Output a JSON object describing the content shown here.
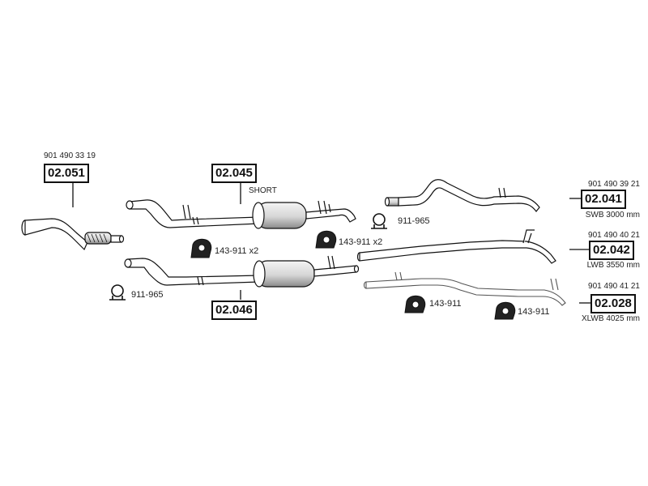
{
  "assemblies": [
    {
      "code": "02.051",
      "part_number": "901 490 33 19"
    },
    {
      "code": "02.045",
      "note": "SHORT"
    },
    {
      "code": "02.046"
    },
    {
      "code": "02.041",
      "part_number": "901 490 39 21",
      "variant": "SWB 3000 mm"
    },
    {
      "code": "02.042",
      "part_number": "901 490 40 21",
      "variant": "LWB 3550 mm"
    },
    {
      "code": "02.028",
      "part_number": "901 490 41 21",
      "variant": "XLWB 4025 mm"
    }
  ],
  "hardware": [
    {
      "label": "143-911 x2"
    },
    {
      "label": "143-911 x2"
    },
    {
      "label": "911-965"
    },
    {
      "label": "911-965"
    },
    {
      "label": "143-911"
    },
    {
      "label": "143-911"
    }
  ],
  "icons": {
    "hanger": "rubber-hanger-icon",
    "clamp": "pipe-clamp-icon"
  },
  "colors": {
    "line": "#111111",
    "fill": "#ffffff",
    "shade": "#cfcfcf",
    "part": "#111111"
  }
}
